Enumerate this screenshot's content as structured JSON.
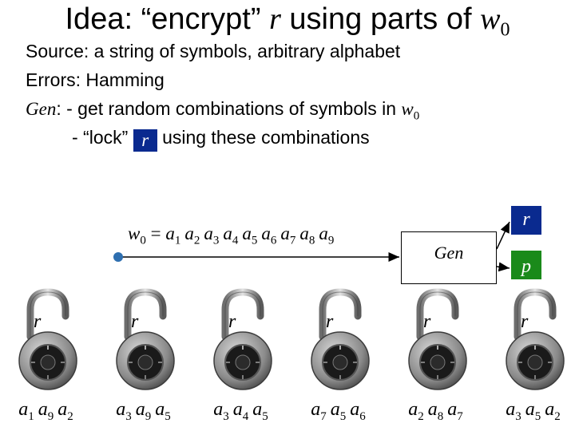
{
  "title": {
    "prefix": "Idea: “encrypt”",
    "r": "r",
    "middle": "using parts of",
    "w": "w",
    "w_sub": "0"
  },
  "bullets": {
    "source": "Source: a string of symbols, arbitrary alphabet",
    "errors": "Errors: Hamming",
    "gen_name": "Gen",
    "gen_text": ": - get random combinations of symbols in",
    "gen_w": "w",
    "gen_w_sub": "0",
    "lock_prefix": "- “lock”",
    "lock_r": "r",
    "lock_suffix": "using these combinations"
  },
  "diagram": {
    "word_w": "w",
    "word_w_sub": "0",
    "word_eq": "=",
    "word_symbols": [
      {
        "a": "a",
        "sub": "1"
      },
      {
        "a": "a",
        "sub": "2"
      },
      {
        "a": "a",
        "sub": "3"
      },
      {
        "a": "a",
        "sub": "4"
      },
      {
        "a": "a",
        "sub": "5"
      },
      {
        "a": "a",
        "sub": "6"
      },
      {
        "a": "a",
        "sub": "7"
      },
      {
        "a": "a",
        "sub": "8"
      },
      {
        "a": "a",
        "sub": "9"
      }
    ],
    "gen_label": "Gen",
    "output_r": "r",
    "output_p": "p",
    "colors": {
      "r_box": "#0a2a8f",
      "p_box": "#1a8a1a",
      "dot": "#2e6fb0"
    }
  },
  "locks": [
    {
      "r": "r",
      "label": [
        "1",
        "9",
        "2"
      ]
    },
    {
      "r": "r",
      "label": [
        "3",
        "9",
        "5"
      ]
    },
    {
      "r": "r",
      "label": [
        "3",
        "4",
        "5"
      ]
    },
    {
      "r": "r",
      "label": [
        "7",
        "5",
        "6"
      ]
    },
    {
      "r": "r",
      "label": [
        "2",
        "8",
        "7"
      ]
    },
    {
      "r": "r",
      "label": [
        "3",
        "5",
        "2"
      ]
    }
  ],
  "lock_symbol": "a"
}
